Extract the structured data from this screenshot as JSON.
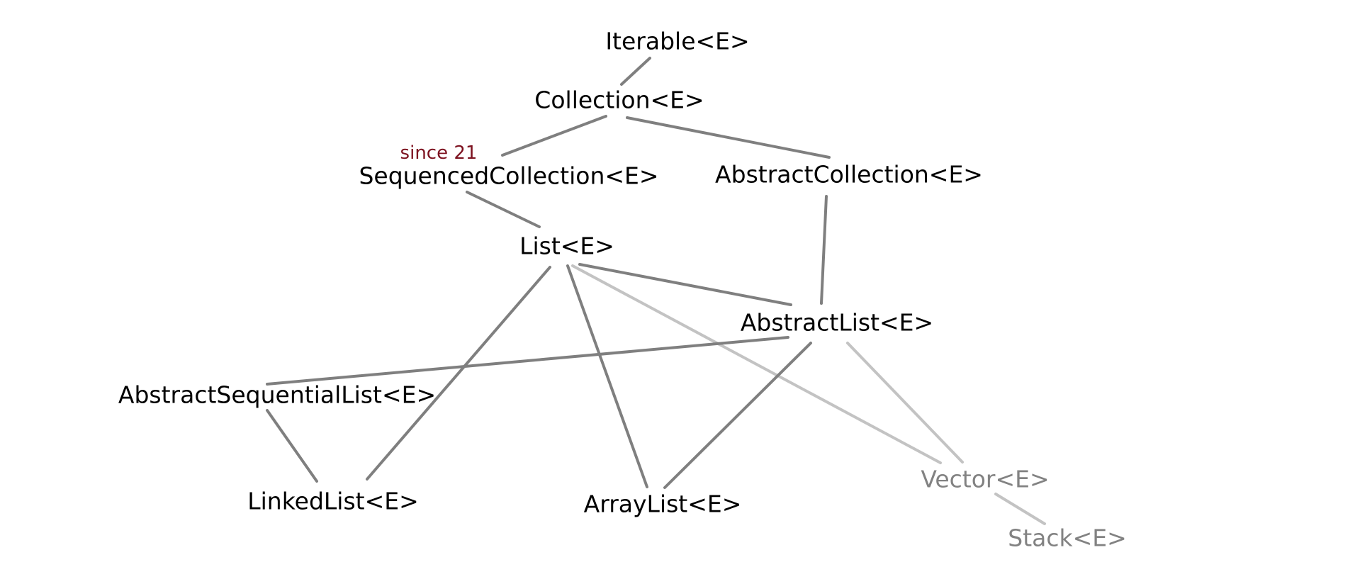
{
  "nodes": {
    "iterable": "Iterable<E>",
    "collection": "Collection<E>",
    "sequenced_collection": "SequencedCollection<E>",
    "abstract_collection": "AbstractCollection<E>",
    "list": "List<E>",
    "abstract_list": "AbstractList<E>",
    "abstract_sequential_list": "AbstractSequentialList<E>",
    "linked_list": "LinkedList<E>",
    "array_list": "ArrayList<E>",
    "vector": "Vector<E>",
    "stack": "Stack<E>"
  },
  "annotations": {
    "since_21": "since 21"
  },
  "edges": [
    {
      "parent": "iterable",
      "child": "collection",
      "style": "normal"
    },
    {
      "parent": "collection",
      "child": "sequenced_collection",
      "style": "normal"
    },
    {
      "parent": "collection",
      "child": "abstract_collection",
      "style": "normal"
    },
    {
      "parent": "sequenced_collection",
      "child": "list",
      "style": "normal"
    },
    {
      "parent": "abstract_collection",
      "child": "abstract_list",
      "style": "normal"
    },
    {
      "parent": "list",
      "child": "abstract_list",
      "style": "normal"
    },
    {
      "parent": "list",
      "child": "linked_list",
      "style": "normal"
    },
    {
      "parent": "list",
      "child": "array_list",
      "style": "normal"
    },
    {
      "parent": "list",
      "child": "vector",
      "style": "legacy"
    },
    {
      "parent": "abstract_list",
      "child": "abstract_sequential_list",
      "style": "normal"
    },
    {
      "parent": "abstract_list",
      "child": "array_list",
      "style": "normal"
    },
    {
      "parent": "abstract_list",
      "child": "vector",
      "style": "legacy"
    },
    {
      "parent": "abstract_sequential_list",
      "child": "linked_list",
      "style": "normal"
    },
    {
      "parent": "vector",
      "child": "stack",
      "style": "legacy"
    }
  ],
  "colors": {
    "normal_edge": "#7f7f7f",
    "legacy_edge": "#c3c3c3",
    "text": "#000000",
    "legacy_text": "#828282",
    "annotation": "#7d1220"
  }
}
